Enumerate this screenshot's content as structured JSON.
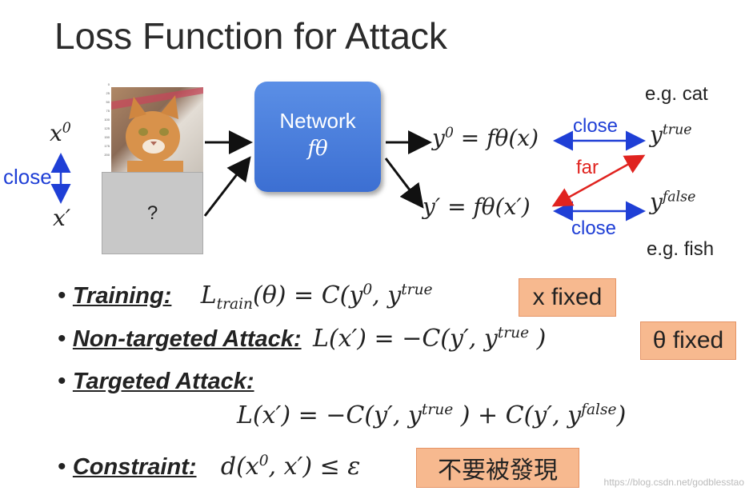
{
  "title": "Loss Function for Attack",
  "image_panel": {
    "ruler_ticks": [
      "0",
      "25",
      "50",
      "75",
      "100",
      "125",
      "150",
      "175",
      "200"
    ],
    "question_mark": "?"
  },
  "labels": {
    "x0": "x",
    "x0_sup": "0",
    "close_vertical": "close",
    "x_prime": "x′"
  },
  "network": {
    "label": "Network",
    "function": "fθ"
  },
  "outputs": {
    "y0_eq": "y",
    "y0_sup": "0",
    "y0_rhs": " = fθ(x)",
    "yprime_eq": "y′ = fθ(x′)",
    "ytrue_base": "y",
    "ytrue_sup": "true",
    "yfalse_base": "y",
    "yfalse_sup": "false",
    "close_top": "close",
    "far": "far",
    "close_bottom": "close",
    "eg_cat": "e.g. cat",
    "eg_fish": "e.g. fish"
  },
  "bullets": {
    "bullet_char": "•",
    "training_term": "Training:",
    "training_eq_a": "L",
    "training_eq_sub": "train",
    "training_eq_b": "(θ) = C(y",
    "training_eq_sup0": "0",
    "training_eq_c": ", y",
    "training_eq_suptrue": "true",
    "training_badge": "x fixed",
    "nontargeted_term": "Non-targeted Attack:",
    "nontargeted_eq_a": "L(x′) = −C(y′, y",
    "nontargeted_eq_sup": "true",
    "nontargeted_eq_b": " )",
    "nontargeted_badge": "θ fixed",
    "targeted_term": "Targeted Attack:",
    "targeted_eq_a": "L(x′) = −C(y′, y",
    "targeted_eq_sup1": "true",
    "targeted_eq_b": " ) + C(y′, y",
    "targeted_eq_sup2": "false",
    "targeted_eq_c": ")",
    "constraint_term": "Constraint:",
    "constraint_eq_a": "d(x",
    "constraint_eq_sup": "0",
    "constraint_eq_b": ", x′) ≤ ε",
    "constraint_badge": "不要被發現"
  },
  "watermark": "https://blog.csdn.net/godblesstao",
  "colors": {
    "accent_blue": "#1f3fd6",
    "accent_red": "#e0231f",
    "highlight": "#f7b98f",
    "network_blue": "#4a7fdf"
  }
}
